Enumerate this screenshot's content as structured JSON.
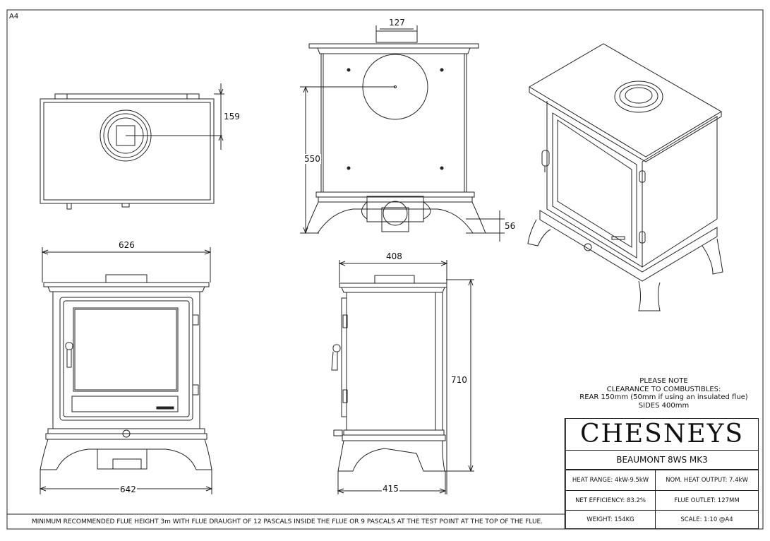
{
  "sheet": {
    "size_label": "A4"
  },
  "dimensions": {
    "flue_offset_top": "159",
    "flue_diameter": "127",
    "rear_flue_height": "550",
    "leg_gap": "56",
    "front_top_width": "626",
    "front_base_width": "642",
    "side_depth_top": "408",
    "side_height": "710",
    "side_base_depth": "415"
  },
  "note": {
    "line1": "PLEASE NOTE",
    "line2": "CLEARANCE TO COMBUSTIBLES:",
    "line3": "REAR 150mm (50mm if using an insulated flue)",
    "line4": "SIDES 400mm"
  },
  "title_block": {
    "brand": "CHESNEYS",
    "model": "BEAUMONT 8WS MK3",
    "heat_range": "HEAT RANGE: 4kW-9.5kW",
    "nom_output": "NOM. HEAT OUTPUT: 7.4kW",
    "efficiency": "NET EFFICIENCY: 83.2%",
    "flue_outlet": "FLUE OUTLET: 127MM",
    "weight": "WEIGHT: 154KG",
    "scale": "SCALE: 1:10 @A4"
  },
  "footer": {
    "text": "MINIMUM RECOMMENDED FLUE HEIGHT 3m WITH FLUE DRAUGHT OF 12 PASCALS INSIDE THE FLUE OR 9 PASCALS AT THE TEST POINT AT THE TOP OF THE FLUE."
  }
}
